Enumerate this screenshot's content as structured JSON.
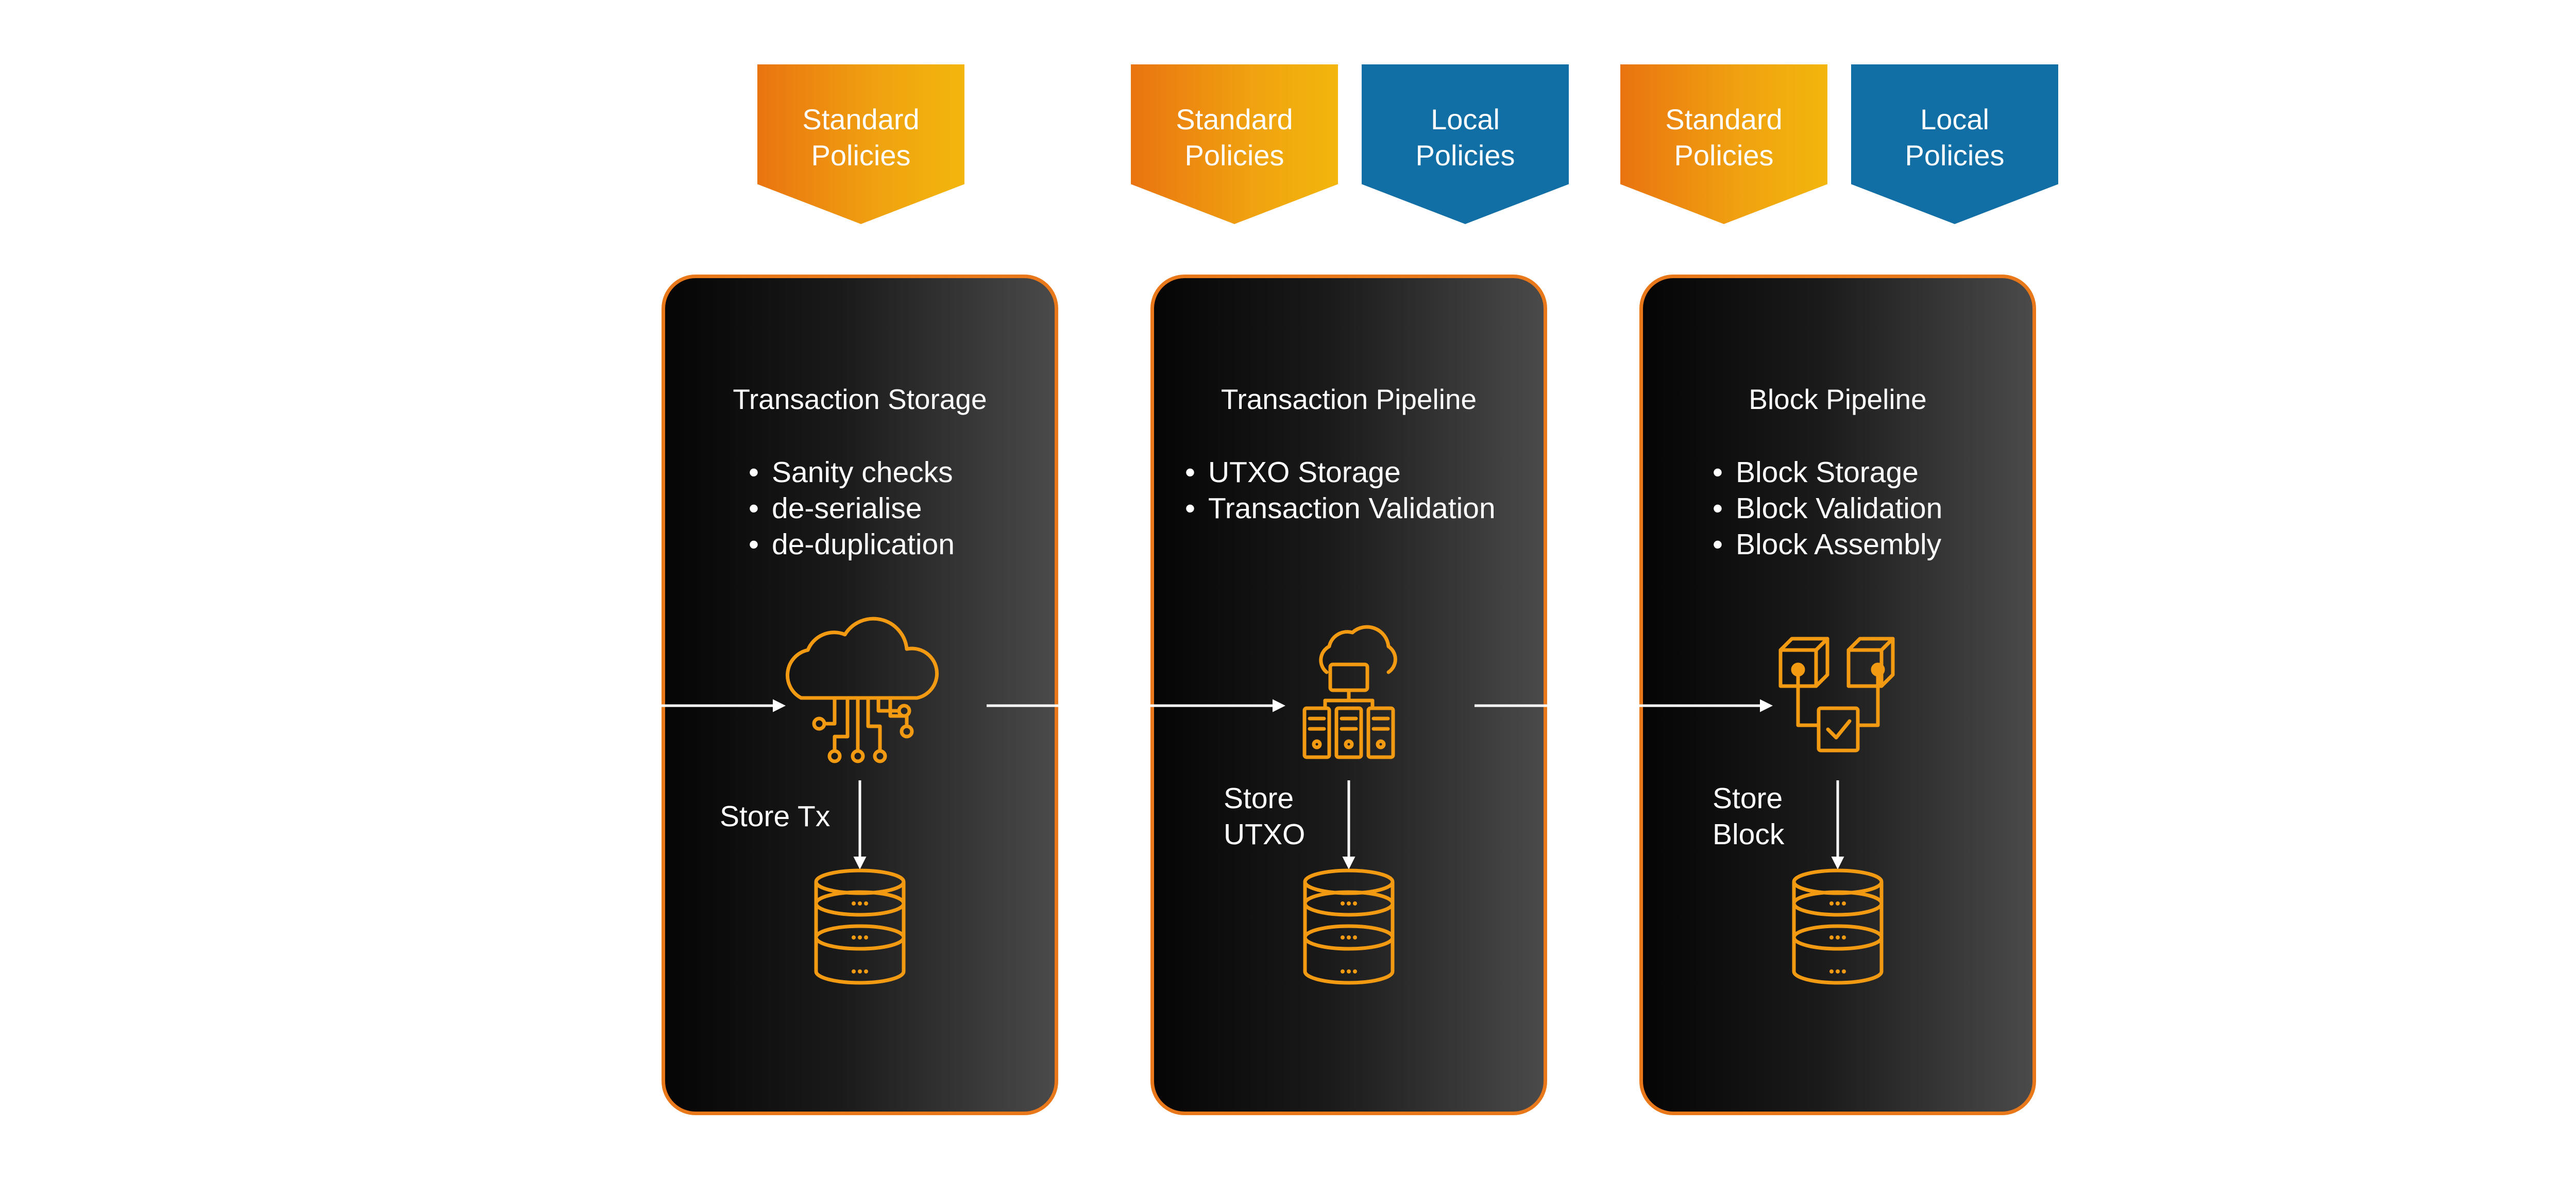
{
  "badges": {
    "standard": "Standard\nPolicies",
    "local": "Local\nPolicies"
  },
  "stages": [
    {
      "title": "Transaction Storage",
      "items": [
        "Sanity checks",
        "de-serialise",
        "de-duplication"
      ],
      "store_label": "Store Tx",
      "icon": "cloud-network-icon"
    },
    {
      "title": "Transaction Pipeline",
      "items": [
        "UTXO Storage",
        "Transaction Validation"
      ],
      "store_label": "Store\nUTXO",
      "icon": "server-cloud-icon"
    },
    {
      "title": "Block Pipeline",
      "items": [
        "Block Storage",
        "Block Validation",
        "Block Assembly"
      ],
      "store_label": "Store\nBlock",
      "icon": "blocks-validation-icon"
    }
  ],
  "colors": {
    "accent": "#e8781a",
    "icon": "#f29a12",
    "standard_gradient_start": "#ea7410",
    "standard_gradient_end": "#f3b60c",
    "local": "#116fa5",
    "card_dark": "#050505",
    "card_light": "#4a4a4a",
    "text": "#ffffff"
  }
}
